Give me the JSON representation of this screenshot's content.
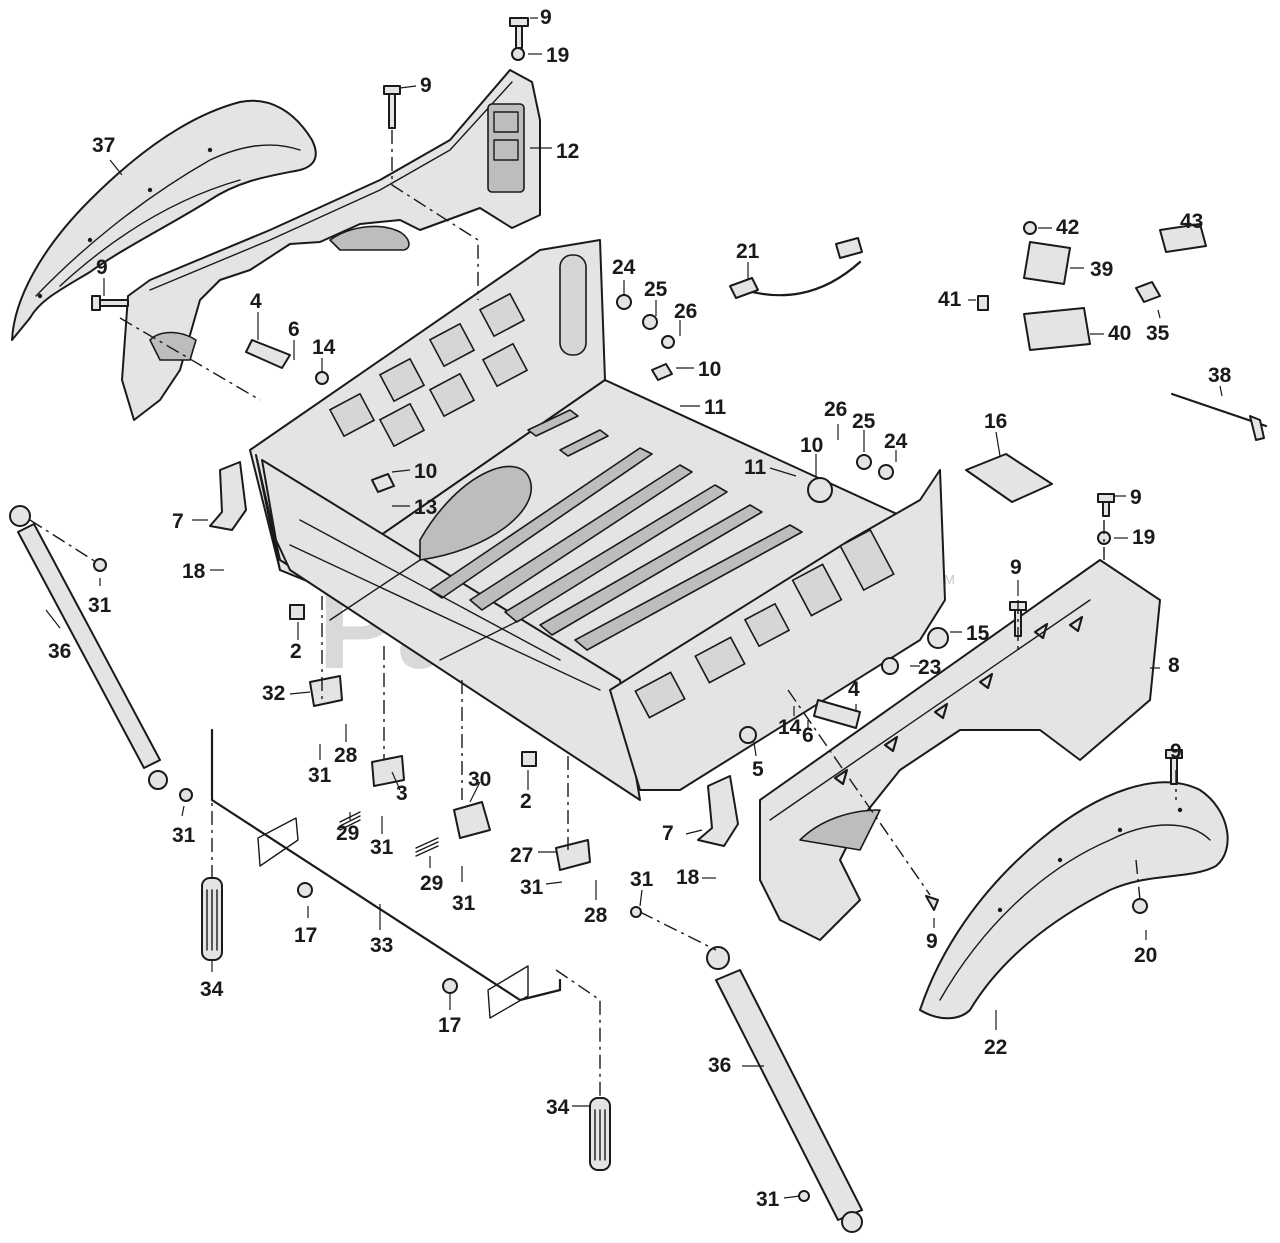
{
  "watermark": {
    "text": "PartsTree",
    "trademark": "TM"
  },
  "callouts": [
    {
      "id": "c9a",
      "label": "9"
    },
    {
      "id": "c19a",
      "label": "19"
    },
    {
      "id": "c9b",
      "label": "9"
    },
    {
      "id": "c12",
      "label": "12"
    },
    {
      "id": "c37",
      "label": "37"
    },
    {
      "id": "c9c",
      "label": "9"
    },
    {
      "id": "c4a",
      "label": "4"
    },
    {
      "id": "c6a",
      "label": "6"
    },
    {
      "id": "c14a",
      "label": "14"
    },
    {
      "id": "c24a",
      "label": "24"
    },
    {
      "id": "c25a",
      "label": "25"
    },
    {
      "id": "c26a",
      "label": "26"
    },
    {
      "id": "c10a",
      "label": "10"
    },
    {
      "id": "c11a",
      "label": "11"
    },
    {
      "id": "c21",
      "label": "21"
    },
    {
      "id": "c42",
      "label": "42"
    },
    {
      "id": "c43",
      "label": "43"
    },
    {
      "id": "c39",
      "label": "39"
    },
    {
      "id": "c41",
      "label": "41"
    },
    {
      "id": "c35",
      "label": "35"
    },
    {
      "id": "c40",
      "label": "40"
    },
    {
      "id": "c38",
      "label": "38"
    },
    {
      "id": "c26b",
      "label": "26"
    },
    {
      "id": "c25b",
      "label": "25"
    },
    {
      "id": "c24b",
      "label": "24"
    },
    {
      "id": "c10b",
      "label": "10"
    },
    {
      "id": "c11b",
      "label": "11"
    },
    {
      "id": "c16",
      "label": "16"
    },
    {
      "id": "c10c",
      "label": "10"
    },
    {
      "id": "c13",
      "label": "13"
    },
    {
      "id": "c7a",
      "label": "7"
    },
    {
      "id": "c18a",
      "label": "18"
    },
    {
      "id": "c31a",
      "label": "31"
    },
    {
      "id": "c36a",
      "label": "36"
    },
    {
      "id": "c2a",
      "label": "2"
    },
    {
      "id": "c32",
      "label": "32"
    },
    {
      "id": "c28a",
      "label": "28"
    },
    {
      "id": "c31b",
      "label": "31"
    },
    {
      "id": "c3",
      "label": "3"
    },
    {
      "id": "c29a",
      "label": "29"
    },
    {
      "id": "c31c",
      "label": "31"
    },
    {
      "id": "c31d",
      "label": "31"
    },
    {
      "id": "c30",
      "label": "30"
    },
    {
      "id": "c2b",
      "label": "2"
    },
    {
      "id": "c29b",
      "label": "29"
    },
    {
      "id": "c31e",
      "label": "31"
    },
    {
      "id": "c27",
      "label": "27"
    },
    {
      "id": "c31f",
      "label": "31"
    },
    {
      "id": "c28b",
      "label": "28"
    },
    {
      "id": "c17a",
      "label": "17"
    },
    {
      "id": "c33",
      "label": "33"
    },
    {
      "id": "c34a",
      "label": "34"
    },
    {
      "id": "c17b",
      "label": "17"
    },
    {
      "id": "c34b",
      "label": "34"
    },
    {
      "id": "c9d",
      "label": "9"
    },
    {
      "id": "c19b",
      "label": "19"
    },
    {
      "id": "c9e",
      "label": "9"
    },
    {
      "id": "c15",
      "label": "15"
    },
    {
      "id": "c23",
      "label": "23"
    },
    {
      "id": "c8",
      "label": "8"
    },
    {
      "id": "c4b",
      "label": "4"
    },
    {
      "id": "c14b",
      "label": "14"
    },
    {
      "id": "c6b",
      "label": "6"
    },
    {
      "id": "c5",
      "label": "5"
    },
    {
      "id": "c7b",
      "label": "7"
    },
    {
      "id": "c18b",
      "label": "18"
    },
    {
      "id": "c31g",
      "label": "31"
    },
    {
      "id": "c9f",
      "label": "9"
    },
    {
      "id": "c9g",
      "label": "9"
    },
    {
      "id": "c20",
      "label": "20"
    },
    {
      "id": "c22",
      "label": "22"
    },
    {
      "id": "c36b",
      "label": "36"
    },
    {
      "id": "c31h",
      "label": "31"
    }
  ]
}
